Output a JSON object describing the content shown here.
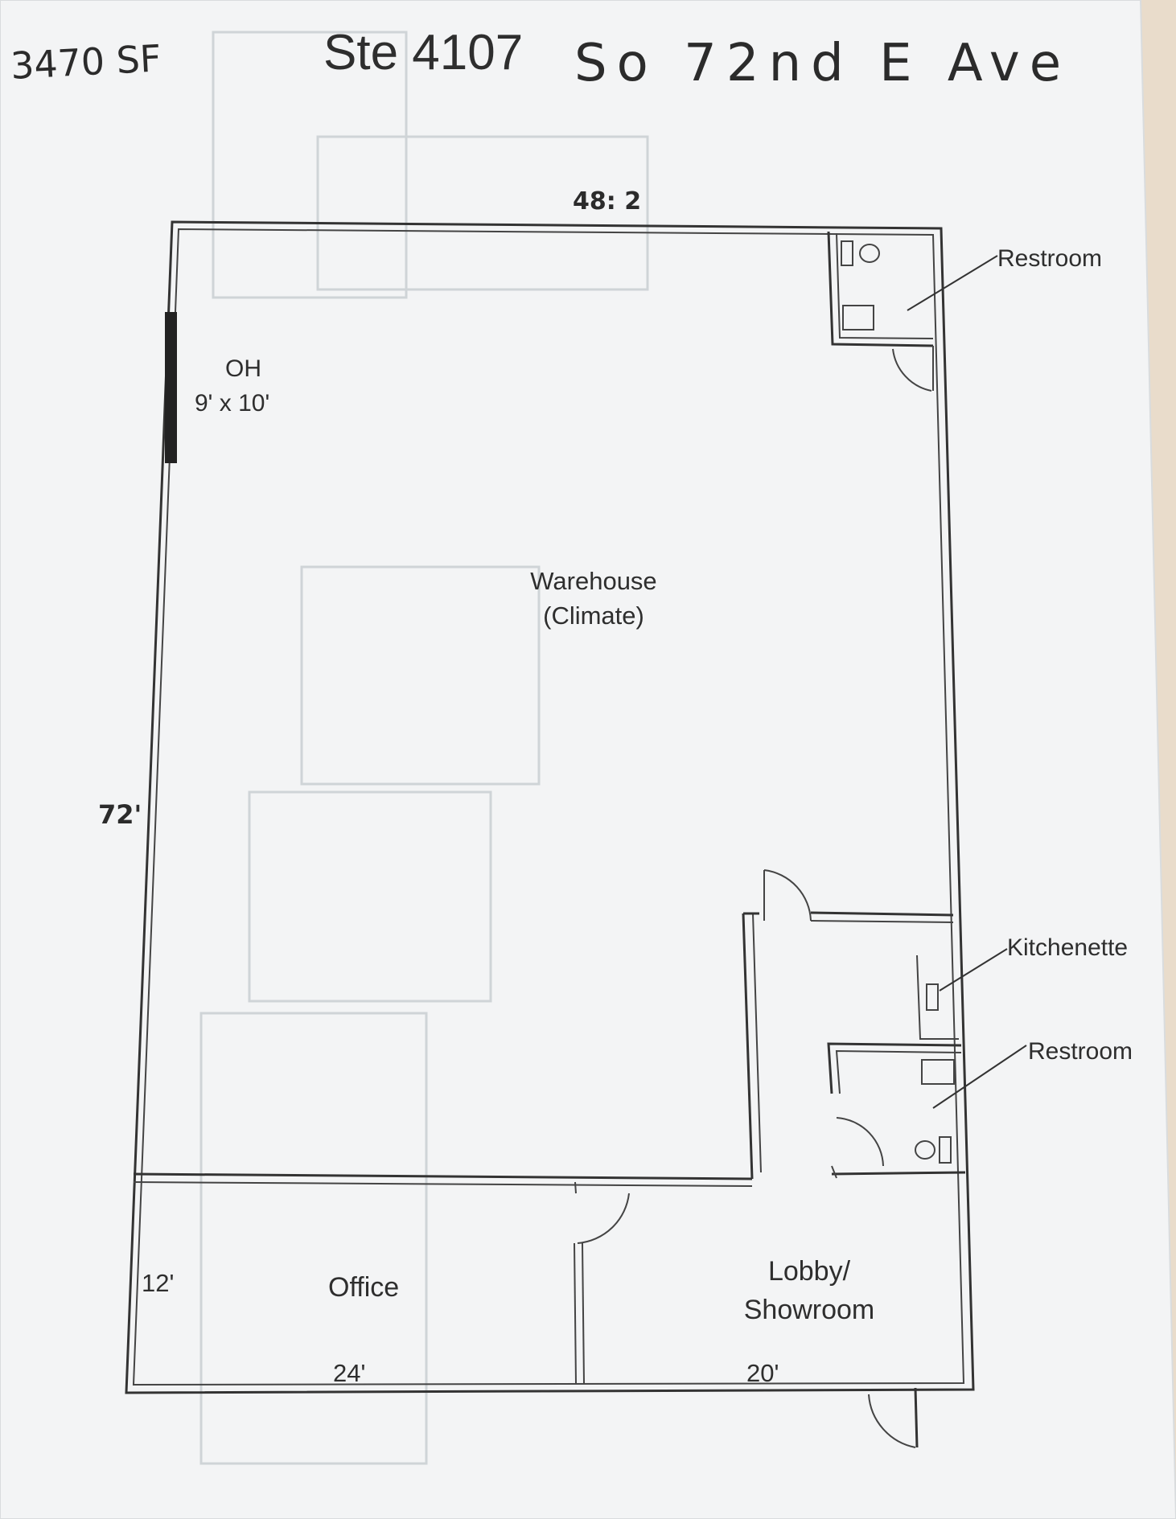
{
  "header": {
    "square_feet": "3470 SF",
    "suite": "Ste 4107",
    "street": "So 72nd E Ave"
  },
  "dimensions": {
    "top_width": "48: 2",
    "left_length": "72'",
    "office_depth": "12'",
    "office_width": "24'",
    "lobby_width": "20'"
  },
  "rooms": {
    "overhead_door": "OH",
    "overhead_door_size": "9' x 10'",
    "warehouse": "Warehouse",
    "warehouse_note": "(Climate)",
    "restroom_top": "Restroom",
    "kitchenette": "Kitchenette",
    "restroom_bottom": "Restroom",
    "office": "Office",
    "lobby": "Lobby/",
    "lobby_note": "Showroom"
  },
  "colors": {
    "paper": "#f4f5f6",
    "ink": "#333333",
    "folder": "#e9dccb"
  }
}
